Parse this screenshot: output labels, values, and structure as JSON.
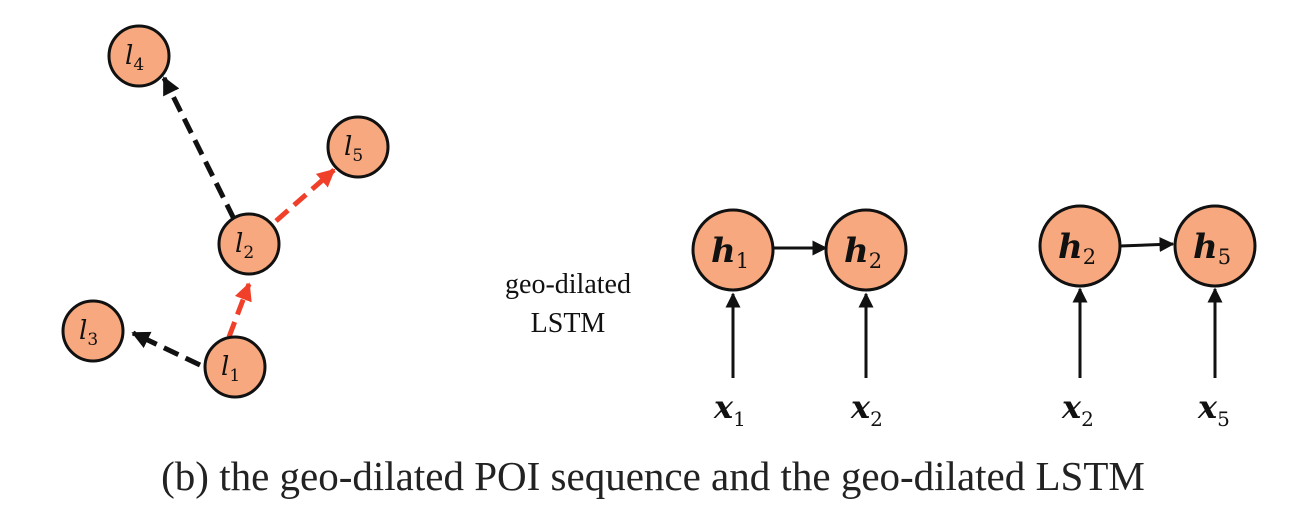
{
  "caption": "(b) the geo-dilated POI sequence and the geo-dilated LSTM",
  "side_label": [
    "geo-dilated",
    "LSTM"
  ],
  "colors": {
    "node_fill": "#f7a87e",
    "node_stroke": "#111111",
    "edge_black": "#111111",
    "edge_red": "#f0402a"
  },
  "poi_nodes": [
    {
      "id": "l1",
      "base": "l",
      "sub": "1"
    },
    {
      "id": "l2",
      "base": "l",
      "sub": "2"
    },
    {
      "id": "l3",
      "base": "l",
      "sub": "3"
    },
    {
      "id": "l4",
      "base": "l",
      "sub": "4"
    },
    {
      "id": "l5",
      "base": "l",
      "sub": "5"
    }
  ],
  "poi_edges": [
    {
      "from": "l1",
      "to": "l3",
      "color": "black"
    },
    {
      "from": "l1",
      "to": "l2",
      "color": "red"
    },
    {
      "from": "l2",
      "to": "l4",
      "color": "black"
    },
    {
      "from": "l2",
      "to": "l5",
      "color": "red"
    }
  ],
  "lstm_blocks": [
    {
      "hidden": [
        {
          "base": "h",
          "sub": "1"
        },
        {
          "base": "h",
          "sub": "2"
        }
      ],
      "inputs": [
        {
          "base": "x",
          "sub": "1"
        },
        {
          "base": "x",
          "sub": "2"
        }
      ]
    },
    {
      "hidden": [
        {
          "base": "h",
          "sub": "2"
        },
        {
          "base": "h",
          "sub": "5"
        }
      ],
      "inputs": [
        {
          "base": "x",
          "sub": "2"
        },
        {
          "base": "x",
          "sub": "5"
        }
      ]
    }
  ]
}
